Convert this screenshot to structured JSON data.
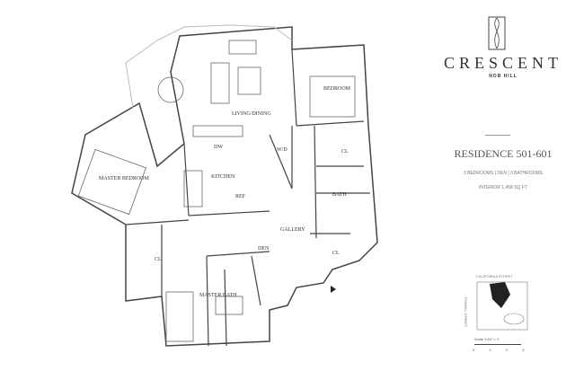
{
  "brand": {
    "name": "CRESCENT",
    "subtitle": "NOB HILL"
  },
  "residence": {
    "title": "RESIDENCE 501-601",
    "rooms": "3 BEDROOMS | DEN | 3 BATHROOMS",
    "interior": "INTERIOR 1,458 SQ FT"
  },
  "rooms": {
    "living": "LIVING/DINING",
    "bedroom": "BEDROOM",
    "dw": "DW",
    "wd": "W/D",
    "cl1": "CL",
    "kitchen": "KITCHEN",
    "master_bedroom": "MASTER BEDROOM",
    "ref": "REF",
    "bath": "BATH",
    "gallery": "GALLERY",
    "den": "DEN",
    "cl2": "CL",
    "cl3": "CL",
    "master_bath": "MASTER BATH"
  },
  "keyplan": {
    "street_top": "CALIFORNIA STREET",
    "street_side": "POWELL STREET",
    "scale": "Scale 1/16\" = 1'",
    "ticks": [
      "0'",
      "1'",
      "2'",
      "4'"
    ]
  }
}
